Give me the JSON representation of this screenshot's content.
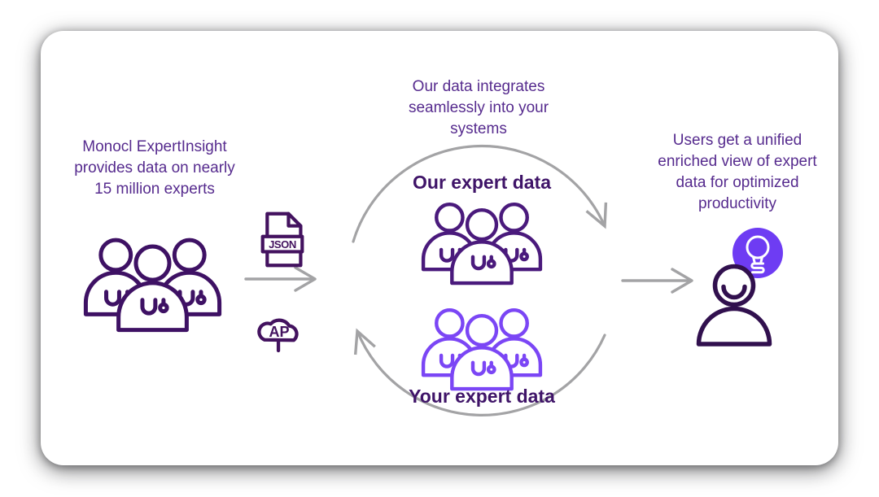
{
  "diagram": {
    "source": {
      "caption_lines": [
        "Monocl ExpertInsight",
        "provides data on nearly",
        "15 million experts"
      ],
      "icon": "expert-group-icon"
    },
    "transfer": {
      "file_label": "JSON",
      "cloud_label": "AP"
    },
    "integration": {
      "caption_lines": [
        "Our data integrates",
        "seamlessly into your",
        "systems"
      ],
      "our_label": "Our expert data",
      "your_label": "Your expert data"
    },
    "outcome": {
      "caption_lines": [
        "Users get a unified",
        "enriched view of expert",
        "data for optimized",
        "productivity"
      ],
      "icon": "user-with-lightbulb-icon"
    },
    "colors": {
      "caption_text": "#562b8e",
      "label_text": "#3f1468",
      "dark_icon": "#3e1164",
      "our_group_icon": "#4a1a7c",
      "your_group_icon": "#7b46f5",
      "lightbulb_circle": "#6e3cf3",
      "arrow_gray": "#a3a3a5",
      "card_background": "#ffffff"
    }
  }
}
